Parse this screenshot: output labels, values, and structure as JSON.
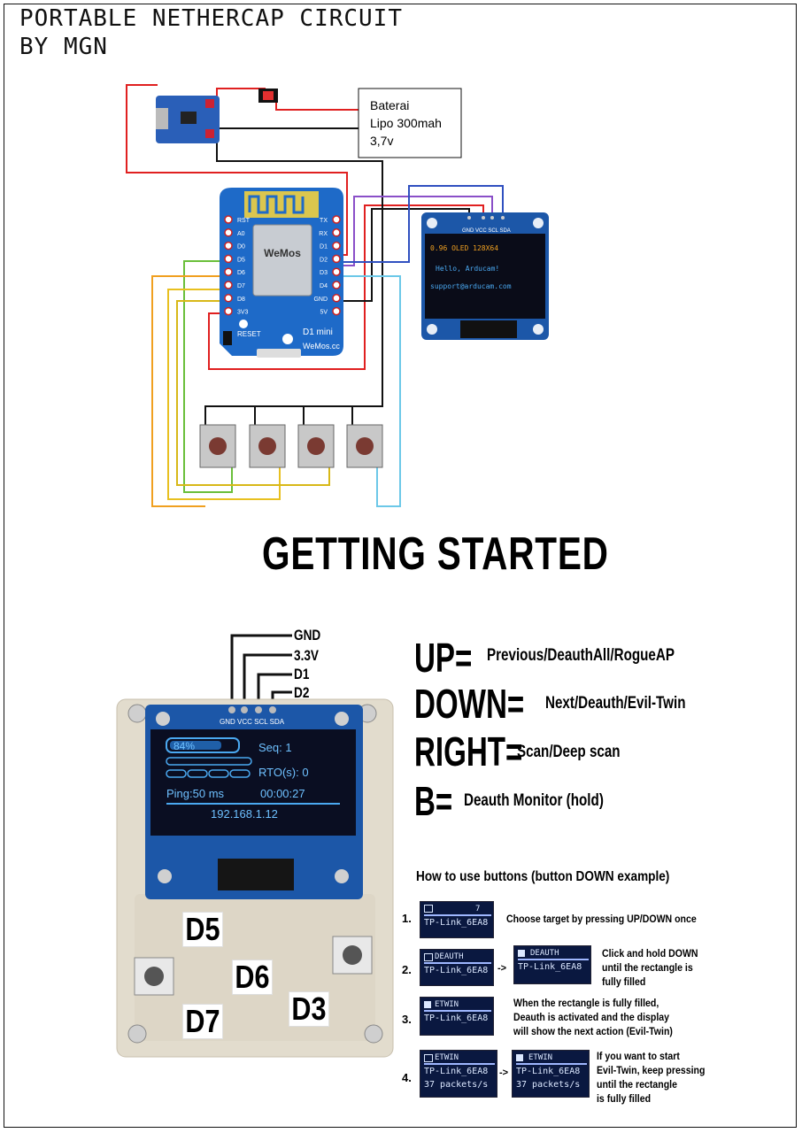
{
  "header": {
    "title_line1": "PORTABLE NETHERCAP CIRCUIT",
    "title_line2": "BY MGN"
  },
  "battery": {
    "line1": "Baterai",
    "line2": "Lipo 300mah",
    "line3": "3,7v"
  },
  "board": {
    "brand": "WeMos",
    "model": "D1 mini",
    "site": "WeMos.cc",
    "reset_label": "RESET",
    "left_pins": [
      "RST",
      "A0",
      "D0",
      "D5",
      "D6",
      "D7",
      "D8",
      "3V3"
    ],
    "right_pins": [
      "TX",
      "RX",
      "D1",
      "D2",
      "D3",
      "D4",
      "GND",
      "5V"
    ]
  },
  "oled_module": {
    "pins": [
      "GND",
      "VCC",
      "SCL",
      "SDA"
    ],
    "line1": "0.96 OLED 128X64",
    "line2": "Hello, Arducam!",
    "line3": "support@arducam.com"
  },
  "section_title": "GETTING STARTED",
  "device": {
    "pin_labels": [
      "GND",
      "3.3V",
      "D1",
      "D2"
    ],
    "pin_header_text": "GND VCC SCL SDA",
    "screen": {
      "battery": "84%",
      "seq": "Seq: 1",
      "rto": "RTO(s): 0",
      "ping": "Ping:50   ms",
      "time": "00:00:27",
      "ip": "192.168.1.12"
    },
    "button_labels": [
      "D5",
      "D6",
      "D7",
      "D3"
    ]
  },
  "controls": [
    {
      "key": "UP=",
      "desc": "Previous/DeauthAll/RogueAP"
    },
    {
      "key": "DOWN=",
      "desc": "Next/Deauth/Evil-Twin"
    },
    {
      "key": "RIGHT=",
      "desc": "Scan/Deep scan"
    },
    {
      "key": "B=",
      "desc": "Deauth Monitor (hold)"
    }
  ],
  "howto": {
    "title": "How to use buttons (button DOWN example)",
    "steps": [
      {
        "num": "1.",
        "screen_a": {
          "top": "7",
          "mid": "TP-Link_6EA8"
        },
        "text": [
          "Choose target by pressing UP/DOWN once"
        ]
      },
      {
        "num": "2.",
        "screen_a": {
          "top": "DEAUTH",
          "mid": "TP-Link_6EA8"
        },
        "arrow": "->",
        "screen_b": {
          "top": "DEAUTH",
          "mid": "TP-Link_6EA8"
        },
        "text": [
          "Click and hold DOWN",
          "until the rectangle is",
          "fully filled"
        ]
      },
      {
        "num": "3.",
        "screen_a": {
          "top": "ETWIN",
          "mid": "TP-Link_6EA8"
        },
        "text": [
          "When the rectangle is fully filled,",
          "Deauth is activated and the display",
          "will show the next action (Evil-Twin)"
        ]
      },
      {
        "num": "4.",
        "screen_a": {
          "top": "ETWIN",
          "mid": "TP-Link_6EA8",
          "bottom": "37  packets/s"
        },
        "arrow": "->",
        "screen_b": {
          "top": "ETWIN",
          "mid": "TP-Link_6EA8",
          "bottom": "37  packets/s"
        },
        "text": [
          "If you want to start",
          "Evil-Twin, keep pressing",
          "until the rectangle",
          "is fully filled"
        ]
      }
    ]
  },
  "colors": {
    "wire_red": "#e02020",
    "wire_black": "#111111",
    "wire_green": "#6abf3a",
    "wire_orange": "#f0a020",
    "wire_yellow": "#e8c020",
    "wire_cyan": "#6cc8e8",
    "wire_purple": "#8a4fc8",
    "wire_blue": "#3050c0",
    "board_blue": "#1e5fb0",
    "oled_blue": "#1c57a8"
  }
}
